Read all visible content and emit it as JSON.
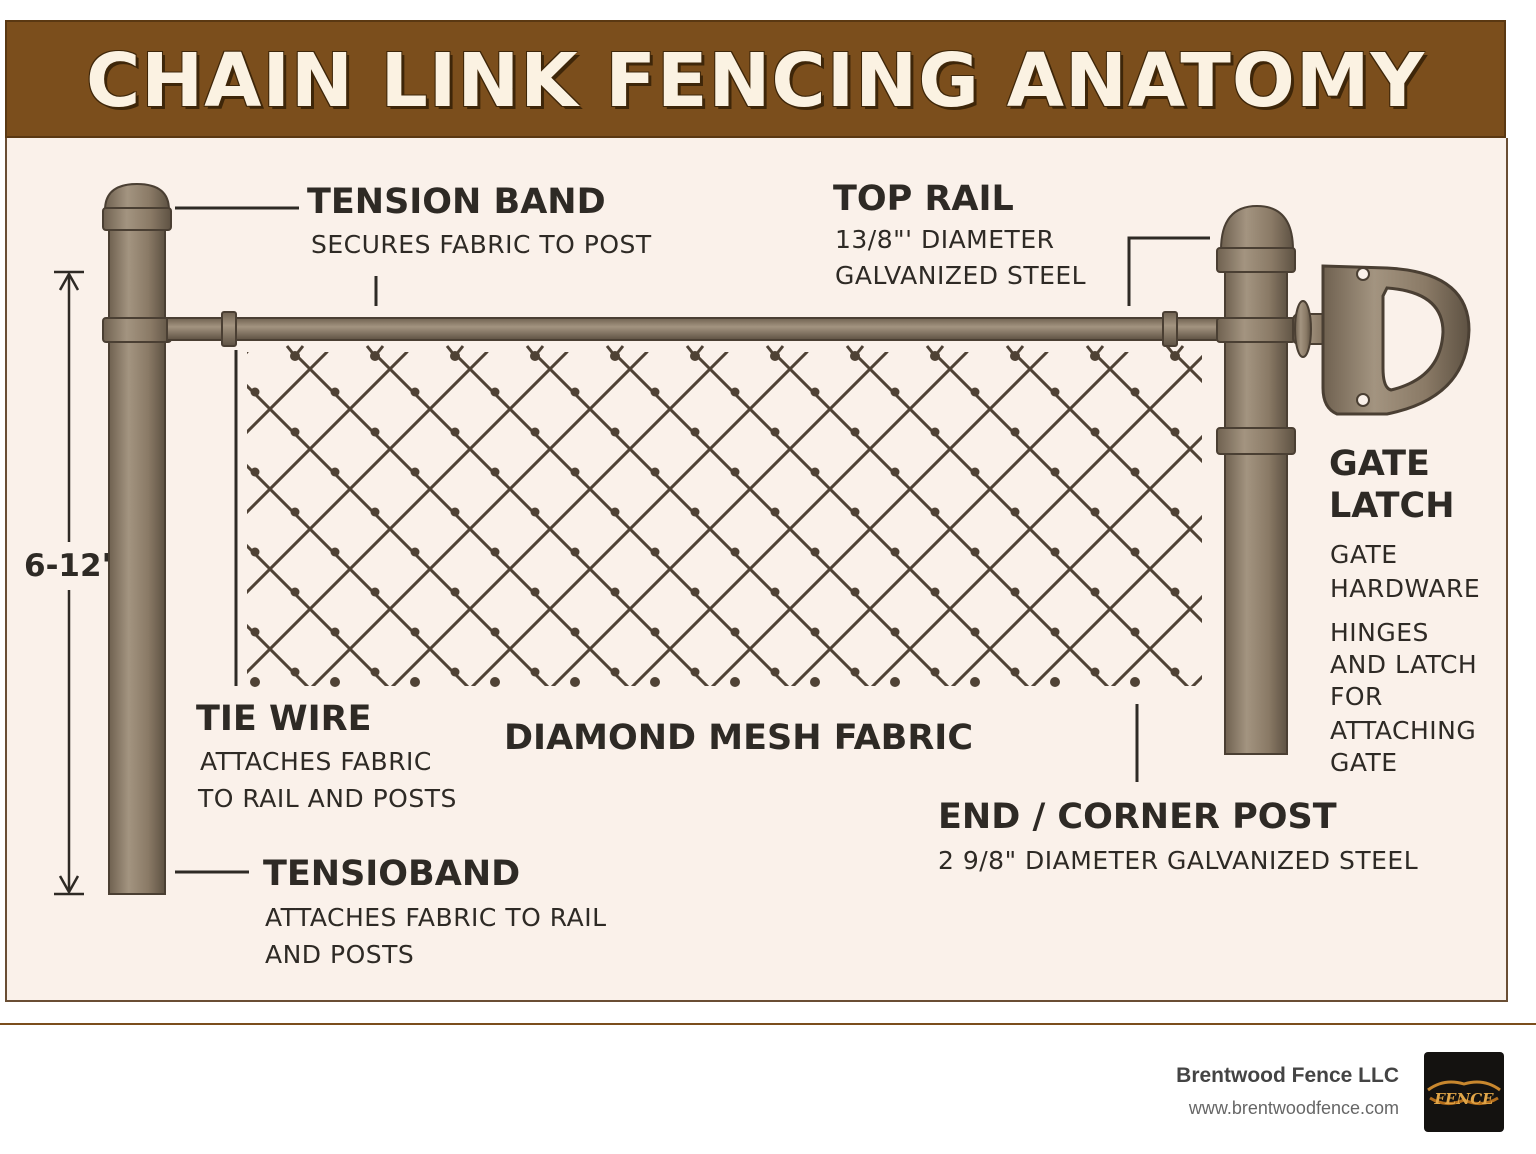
{
  "title": "CHAIN LINK FENCING ANATOMY",
  "labels": {
    "tension_band_top": {
      "title": "TENSION BAND",
      "desc": "SECURES FABRIC TO POST"
    },
    "top_rail": {
      "title": "TOP RAIL",
      "line1": "13/8\"' DIAMETER",
      "line2": "GALVANIZED STEEL"
    },
    "gate_latch": {
      "title1": "GATE",
      "title2": "LATCH",
      "lines": [
        "GATE",
        "HARDWARE",
        "HINGES",
        "AND LATCH",
        "FOR",
        "ATTACHING",
        "GATE"
      ]
    },
    "tie_wire": {
      "title": "TIE WIRE",
      "line1": "ATTACHES FABRIC",
      "line2": "TO RAIL AND POSTS"
    },
    "mesh": {
      "title": "DIAMOND MESH FABRIC"
    },
    "end_post": {
      "title": "END / CORNER POST",
      "desc": "2 9/8\" DIAMETER GALVANIZED STEEL"
    },
    "tension_band_bottom": {
      "title": "TENSIOBAND",
      "line1": "ATTACHES FABRIC TO RAIL",
      "line2": "AND POSTS"
    },
    "height": "6-12'"
  },
  "footer": {
    "company": "Brentwood Fence LLC",
    "url": "www.brentwoodfence.com",
    "logo_text": "FENCE"
  },
  "colors": {
    "banner": "#7b4e1c",
    "banner_text": "#fbf2e2",
    "panel": "#faf1ea",
    "post": "#8a7a66",
    "mesh": "#4f4235"
  }
}
